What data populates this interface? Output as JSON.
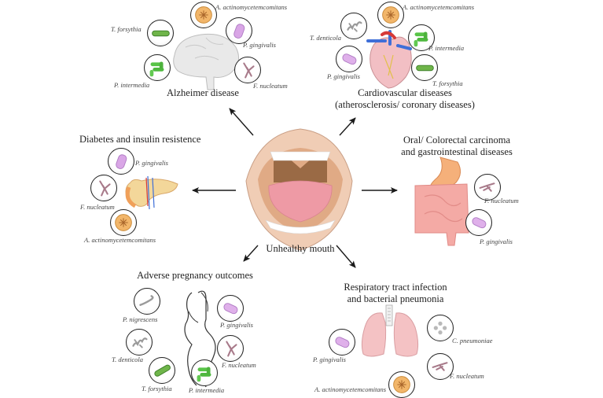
{
  "center": {
    "label": "Unhealthy mouth"
  },
  "colors": {
    "arrow": "#1a1a1a",
    "lips": "#f0cdb5",
    "tongue": "#ee9aa5",
    "throat": "#9a6a45",
    "organ_pink": "#f4b8b5",
    "pancreas": "#f3d79a",
    "heart": "#f2bfc4"
  },
  "panels": {
    "alzheimer": {
      "title": "Alzheimer disease",
      "bacteria": [
        {
          "name": "A. actinomycetemcomitans",
          "icon": "a-actinomycetemcomitans-icon"
        },
        {
          "name": "T. forsythia",
          "icon": "t-forsythia-icon"
        },
        {
          "name": "P. gingivalis",
          "icon": "p-gingivalis-icon"
        },
        {
          "name": "P. intermedia",
          "icon": "p-intermedia-icon"
        },
        {
          "name": "F. nucleatum",
          "icon": "f-nucleatum-icon"
        }
      ]
    },
    "cardiovascular": {
      "title_line1": "Cardiovascular diseases",
      "title_line2": "(atherosclerosis/ coronary diseases)",
      "bacteria": [
        {
          "name": "A. actinomycetemcomitans",
          "icon": "a-actinomycetemcomitans-icon"
        },
        {
          "name": "T. denticola",
          "icon": "t-denticola-icon"
        },
        {
          "name": "P. intermedia",
          "icon": "p-intermedia-icon"
        },
        {
          "name": "P. gingivalis",
          "icon": "p-gingivalis-icon"
        },
        {
          "name": "T. forsythia",
          "icon": "t-forsythia-icon"
        }
      ]
    },
    "diabetes": {
      "title": "Diabetes and insulin resistence",
      "bacteria": [
        {
          "name": "P. gingivalis",
          "icon": "p-gingivalis-icon"
        },
        {
          "name": "F. nucleatum",
          "icon": "f-nucleatum-icon"
        },
        {
          "name": "A. actinomycetemcomitans",
          "icon": "a-actinomycetemcomitans-icon"
        }
      ]
    },
    "colorectal": {
      "title_line1": "Oral/ Colorectal carcinoma",
      "title_line2": "and gastrointestinal diseases",
      "bacteria": [
        {
          "name": "F. nucleatum",
          "icon": "f-nucleatum-icon"
        },
        {
          "name": "P. gingivalis",
          "icon": "p-gingivalis-icon"
        }
      ]
    },
    "pregnancy": {
      "title": "Adverse pregnancy outcomes",
      "bacteria": [
        {
          "name": "P. nigrescens",
          "icon": "p-nigrescens-icon"
        },
        {
          "name": "P. gingivalis",
          "icon": "p-gingivalis-icon"
        },
        {
          "name": "T. denticola",
          "icon": "t-denticola-icon"
        },
        {
          "name": "F. nucleatum",
          "icon": "f-nucleatum-icon"
        },
        {
          "name": "T. forsythia",
          "icon": "t-forsythia-icon"
        },
        {
          "name": "P. intermedia",
          "icon": "p-intermedia-icon"
        }
      ]
    },
    "respiratory": {
      "title_line1": "Respiratory tract infection",
      "title_line2": "and bacterial pneumonia",
      "bacteria": [
        {
          "name": "C. pneumoniae",
          "icon": "c-pneumoniae-icon"
        },
        {
          "name": "P. gingivalis",
          "icon": "p-gingivalis-icon"
        },
        {
          "name": "F. nucleatum",
          "icon": "f-nucleatum-icon"
        },
        {
          "name": "A. actinomycetemcomitans",
          "icon": "a-actinomycetemcomitans-icon"
        }
      ]
    }
  }
}
